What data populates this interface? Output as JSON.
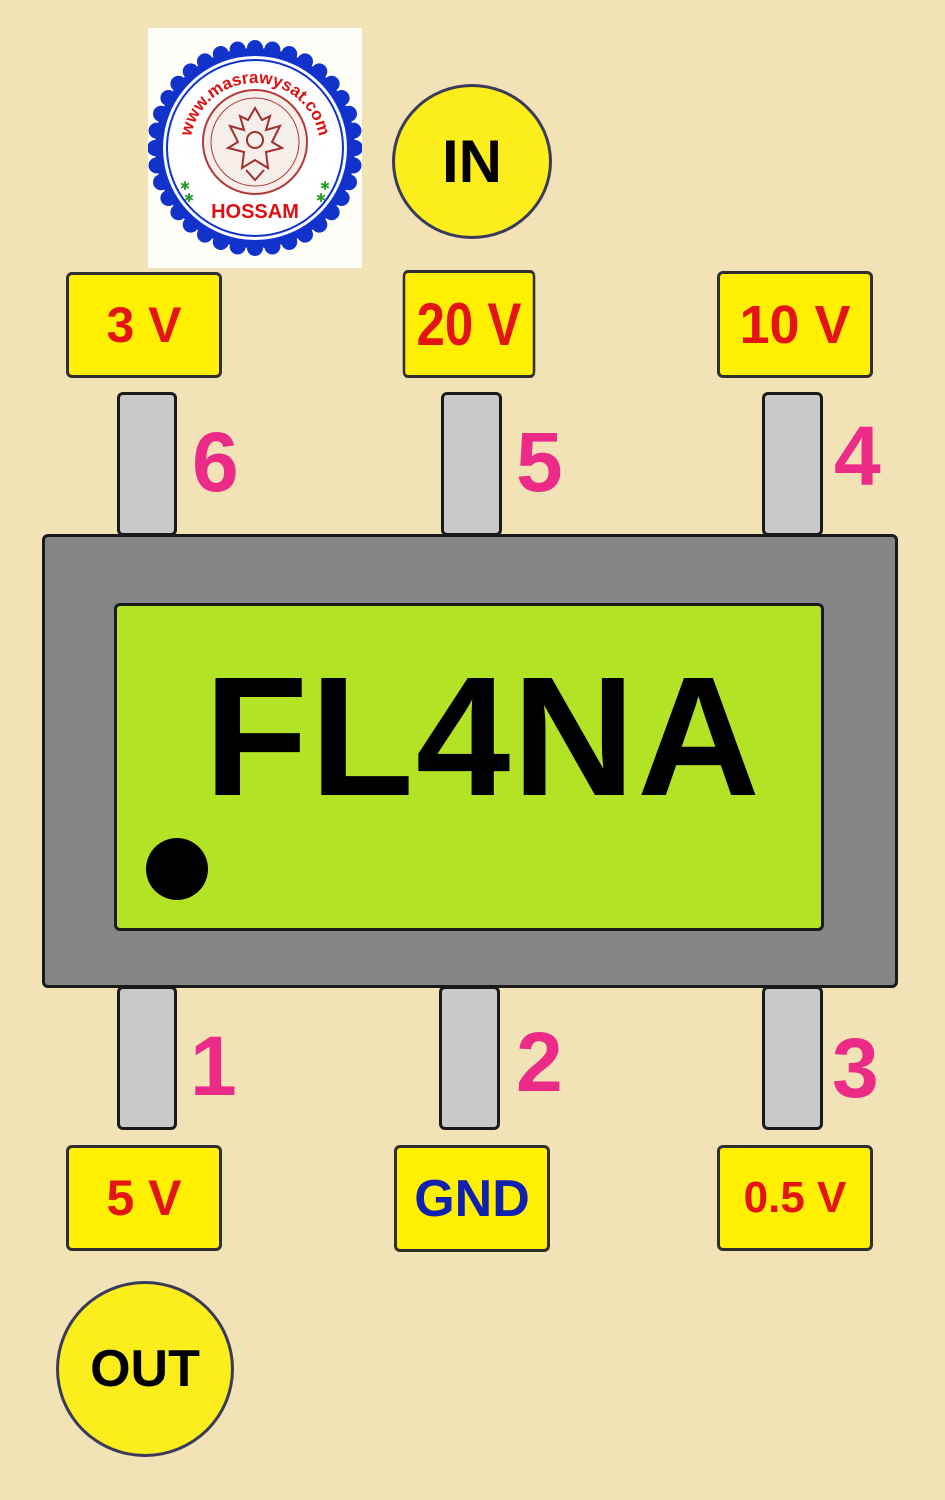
{
  "stamp": {
    "url_text": "www.masrawysat.com",
    "name_text": "HOSSAM"
  },
  "in_label": "IN",
  "out_label": "OUT",
  "chip": {
    "marking": "FL4NA"
  },
  "top_pins": [
    {
      "number": "6",
      "voltage": "3 V"
    },
    {
      "number": "5",
      "voltage": "20 V"
    },
    {
      "number": "4",
      "voltage": "10 V"
    }
  ],
  "bottom_pins": [
    {
      "number": "1",
      "voltage": "5 V"
    },
    {
      "number": "2",
      "voltage": "GND"
    },
    {
      "number": "3",
      "voltage": "0.5 V"
    }
  ],
  "colors": {
    "background": "#f1e3b6",
    "label_fill": "#ffef00",
    "voltage_text": "#e41414",
    "gnd_text": "#1020b0",
    "pin_number": "#ec2a88",
    "chip_body": "#858585",
    "chip_panel": "#b3e325"
  }
}
